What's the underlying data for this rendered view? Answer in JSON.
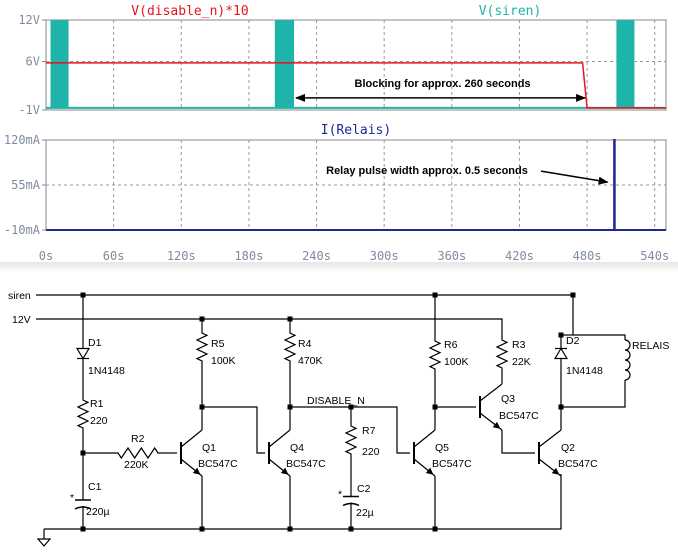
{
  "chart_data": [
    {
      "type": "line",
      "title": "",
      "xlabel": "",
      "ylabel": "",
      "xlim": [
        0,
        550
      ],
      "ylim": [
        -1,
        12
      ],
      "grid": true,
      "y_ticks": [
        "12V",
        "6V",
        "-1V"
      ],
      "y_tick_values": [
        12,
        6,
        -1
      ],
      "series": [
        {
          "name": "V(disable_n)*10",
          "color": "#e8141e",
          "x": [
            0,
            476,
            480,
            550
          ],
          "y": [
            5.8,
            5.8,
            -0.7,
            -0.7
          ]
        },
        {
          "name": "V(siren)",
          "color": "#1eb4aa",
          "bursts": [
            [
              4,
              20
            ],
            [
              203,
              220
            ],
            [
              506,
              522
            ]
          ],
          "burst_range": [
            -0.7,
            12
          ],
          "baseline": -0.7
        }
      ],
      "annotation": {
        "text": "Blocking for approx. 260 seconds",
        "from_x": 220,
        "to_x": 480,
        "y": 1.9
      }
    },
    {
      "type": "line",
      "title": "",
      "xlabel": "",
      "ylabel": "",
      "xlim": [
        0,
        550
      ],
      "ylim": [
        -10,
        120
      ],
      "grid": true,
      "y_ticks": [
        "120mA",
        "55mA",
        "-10mA"
      ],
      "y_tick_values": [
        120,
        55,
        -10
      ],
      "x_ticks": [
        "0s",
        "60s",
        "120s",
        "180s",
        "240s",
        "300s",
        "360s",
        "420s",
        "480s",
        "540s"
      ],
      "x_tick_values": [
        0,
        60,
        120,
        180,
        240,
        300,
        360,
        420,
        480,
        540
      ],
      "series": [
        {
          "name": "I(Relais)",
          "color": "#1e2896",
          "x": [
            0,
            0.5,
            0.5,
            504,
            504,
            504.5,
            504.5,
            550
          ],
          "y": [
            -10,
            -10,
            -10,
            -10,
            120,
            120,
            -10,
            -10
          ],
          "pulses": [
            [
              0,
              0.5
            ],
            [
              504,
              504.5
            ]
          ],
          "pulse_peak": 120,
          "baseline": -10
        }
      ],
      "annotation": {
        "text": "Relay pulse width approx. 0.5 seconds",
        "arrow_end_x": 500,
        "arrow_end_y": 62
      }
    }
  ],
  "schematic": {
    "nets": {
      "siren": "siren",
      "v12": "12V",
      "disable": "DISABLE_N"
    },
    "components": {
      "D1": {
        "ref": "D1",
        "value": "1N4148"
      },
      "R1": {
        "ref": "R1",
        "value": "220"
      },
      "R2": {
        "ref": "R2",
        "value": "220K"
      },
      "C1": {
        "ref": "C1",
        "value": "220µ"
      },
      "R5": {
        "ref": "R5",
        "value": "100K"
      },
      "R4": {
        "ref": "R4",
        "value": "470K"
      },
      "R7": {
        "ref": "R7",
        "value": "220"
      },
      "C2": {
        "ref": "C2",
        "value": "22µ"
      },
      "Q1": {
        "ref": "Q1",
        "value": "BC547C"
      },
      "Q4": {
        "ref": "Q4",
        "value": "BC547C"
      },
      "Q5": {
        "ref": "Q5",
        "value": "BC547C"
      },
      "Q3": {
        "ref": "Q3",
        "value": "BC547C"
      },
      "Q2": {
        "ref": "Q2",
        "value": "BC547C"
      },
      "R6": {
        "ref": "R6",
        "value": "100K"
      },
      "R3": {
        "ref": "R3",
        "value": "22K"
      },
      "D2": {
        "ref": "D2",
        "value": "1N4148"
      },
      "RELAIS": {
        "ref": "RELAIS"
      }
    }
  }
}
